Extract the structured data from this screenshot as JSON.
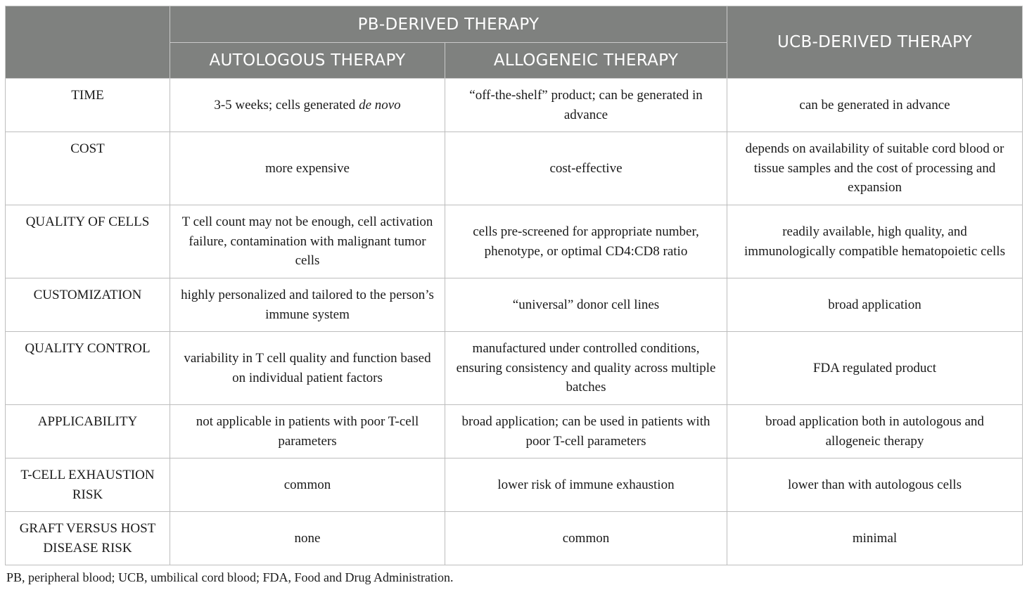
{
  "header": {
    "group_label": "PB-DERIVED THERAPY",
    "col_autologous": "AUTOLOGOUS THERAPY",
    "col_allogeneic": "ALLOGENEIC THERAPY",
    "col_ucb": "UCB-DERIVED THERAPY"
  },
  "rows": [
    {
      "label": "TIME",
      "autologous_pre": "3-5 weeks; cells generated ",
      "autologous_em": "de novo",
      "allogeneic": "“off-the-shelf” product; can be generated in advance",
      "ucb": "can be generated in advance"
    },
    {
      "label": "COST",
      "autologous": "more expensive",
      "allogeneic": "cost-effective",
      "ucb": "depends on availability of suitable cord blood or tissue samples and the cost of processing and expansion"
    },
    {
      "label": "QUALITY OF CELLS",
      "autologous": "T cell count may not be enough, cell activation failure, contamination with malignant tumor cells",
      "allogeneic": "cells pre-screened for appropriate number, phenotype, or optimal CD4:CD8 ratio",
      "ucb": "readily available, high quality, and immunologically compatible hematopoietic cells"
    },
    {
      "label": "CUSTOMIZATION",
      "autologous": "highly personalized and tailored to the person’s immune system",
      "allogeneic": "“universal” donor cell lines",
      "ucb": "broad application"
    },
    {
      "label": "QUALITY CONTROL",
      "autologous": "variability in T cell quality and function based on individual patient factors",
      "allogeneic": "manufactured under controlled conditions, ensuring consistency and quality across multiple batches",
      "ucb": "FDA regulated product"
    },
    {
      "label": "APPLICABILITY",
      "autologous": "not applicable in patients with poor T-cell parameters",
      "allogeneic": "broad application; can be used in patients with poor T-cell parameters",
      "ucb": "broad application both in autologous and allogeneic therapy"
    },
    {
      "label": "T-CELL EXHAUSTION RISK",
      "autologous": "common",
      "allogeneic": "lower risk of immune exhaustion",
      "ucb": "lower than with autologous cells"
    },
    {
      "label": "GRAFT VERSUS HOST DISEASE RISK",
      "autologous": "none",
      "allogeneic": "common",
      "ucb": "minimal"
    }
  ],
  "footnote": "PB, peripheral blood; UCB, umbilical cord blood; FDA, Food and Drug Administration."
}
